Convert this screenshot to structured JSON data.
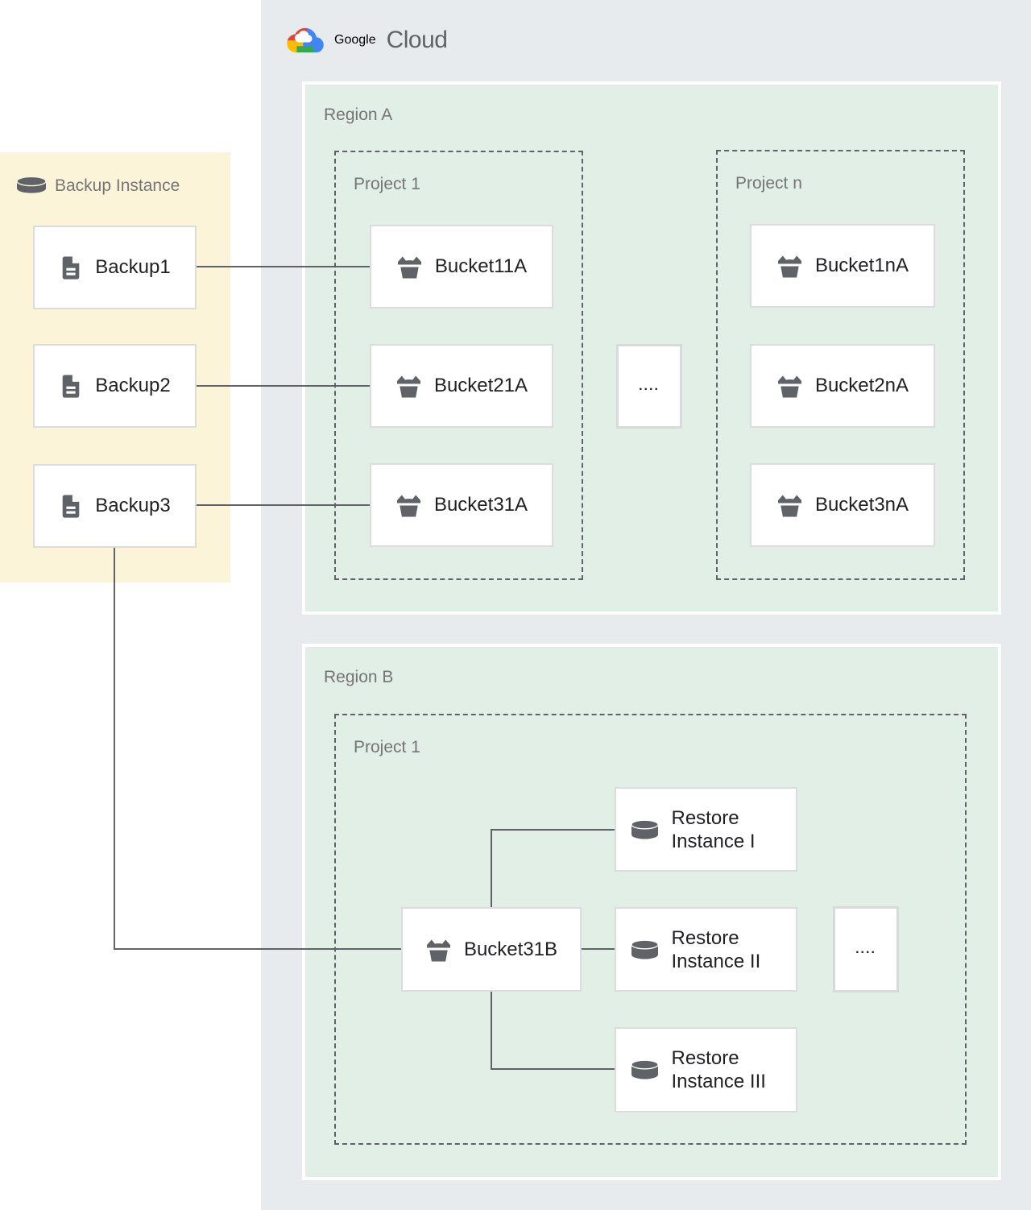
{
  "logo": {
    "google": "Google",
    "cloud": "Cloud"
  },
  "backup_panel": {
    "title": "Backup Instance",
    "items": [
      {
        "label": "Backup1"
      },
      {
        "label": "Backup2"
      },
      {
        "label": "Backup3"
      }
    ]
  },
  "region_a": {
    "label": "Region A",
    "ellipsis": "....",
    "projects": [
      {
        "label": "Project 1",
        "buckets": [
          {
            "label": "Bucket11A"
          },
          {
            "label": "Bucket21A"
          },
          {
            "label": "Bucket31A"
          }
        ]
      },
      {
        "label": "Project n",
        "buckets": [
          {
            "label": "Bucket1nA"
          },
          {
            "label": "Bucket2nA"
          },
          {
            "label": "Bucket3nA"
          }
        ]
      }
    ]
  },
  "region_b": {
    "label": "Region B",
    "ellipsis": "....",
    "project": {
      "label": "Project 1"
    },
    "bucket": {
      "label": "Bucket31B"
    },
    "restore_instances": [
      {
        "label": "Restore Instance I"
      },
      {
        "label": "Restore Instance II"
      },
      {
        "label": "Restore Instance III"
      }
    ]
  },
  "colors": {
    "container_bg": "#e8ebee",
    "region_bg": "#e2efe7",
    "backup_panel_bg": "#fcf4d9",
    "node_border": "#dadce0",
    "connector": "#5f6368",
    "icon_gray": "#5f6368",
    "label_gray": "#757575",
    "text_dark": "#202124",
    "logo_blue": "#4285f4",
    "logo_red": "#ea4335",
    "logo_yellow": "#fbbc05",
    "logo_green": "#34a853"
  }
}
